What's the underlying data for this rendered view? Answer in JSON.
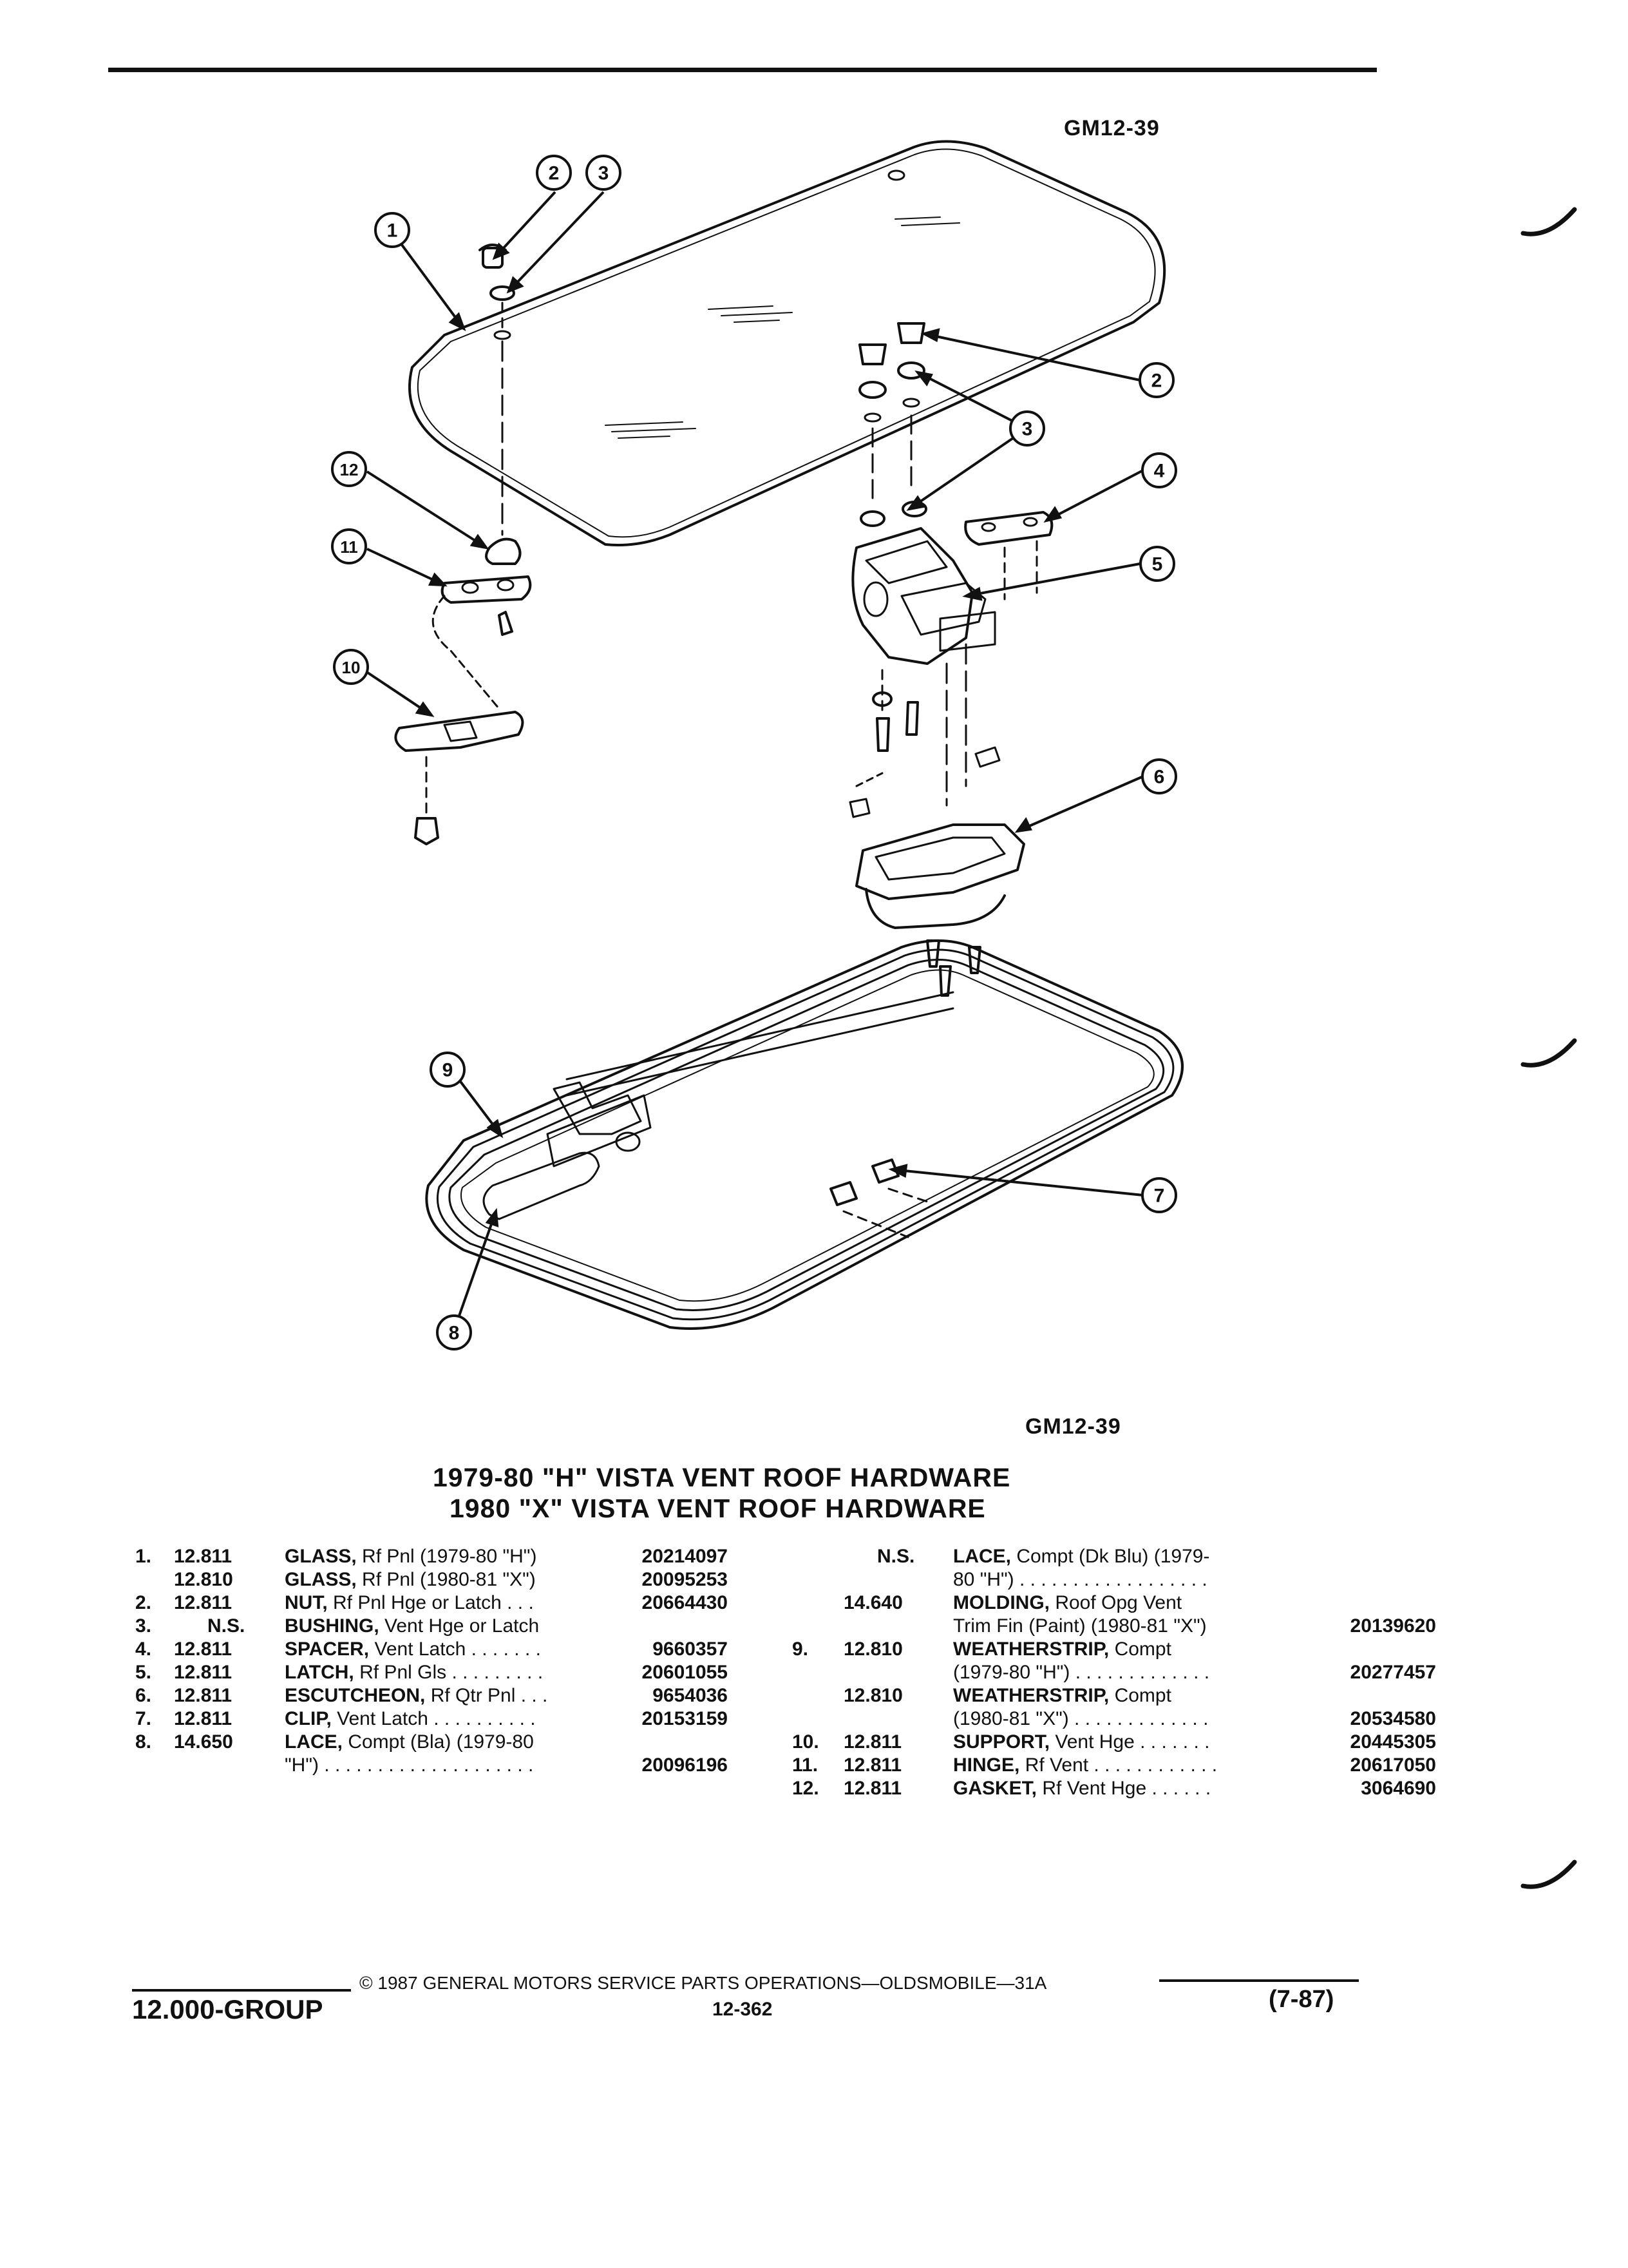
{
  "figure_code_top": "GM12-39",
  "figure_code_bottom": "GM12-39",
  "callouts": [
    "1",
    "2",
    "3",
    "2",
    "3",
    "12",
    "4",
    "11",
    "5",
    "10",
    "6",
    "9",
    "7",
    "8"
  ],
  "title": {
    "line1": "1979-80 \"H\" VISTA VENT ROOF HARDWARE",
    "line2": "1980 \"X\" VISTA VENT ROOF HARDWARE"
  },
  "parts_left": [
    {
      "num": "1.",
      "group": "12.811",
      "name": "GLASS,",
      "desc": " Rf Pnl (1979-80 \"H\")",
      "part": " 20214097"
    },
    {
      "num": "",
      "group": "12.810",
      "name": "GLASS,",
      "desc": " Rf Pnl (1980-81 \"X\")",
      "part": " 20095253"
    },
    {
      "num": "2.",
      "group": "12.811",
      "name": "NUT,",
      "desc": " Rf Pnl Hge or Latch . . .",
      "part": "20664430"
    },
    {
      "num": "3.",
      "group": "N.S.",
      "name": "BUSHING,",
      "desc": " Vent Hge or Latch",
      "part": ""
    },
    {
      "num": "4.",
      "group": "12.811",
      "name": "SPACER,",
      "desc": " Vent Latch . . . . . . .",
      "part": "9660357"
    },
    {
      "num": "5.",
      "group": "12.811",
      "name": "LATCH,",
      "desc": " Rf Pnl Gls . . . . . . . . .",
      "part": "20601055"
    },
    {
      "num": "6.",
      "group": "12.811",
      "name": "ESCUTCHEON,",
      "desc": " Rf Qtr Pnl . . .",
      "part": "9654036"
    },
    {
      "num": "7.",
      "group": "12.811",
      "name": "CLIP,",
      "desc": " Vent Latch . . . . . . . . . .",
      "part": "20153159"
    },
    {
      "num": "8.",
      "group": "14.650",
      "name": "LACE,",
      "desc": " Compt (Bla) (1979-80",
      "part": ""
    },
    {
      "num": "",
      "group": "",
      "name": "",
      "desc": "\"H\") . . . . . . . . . . . . . . . . . . . .",
      "part": "20096196"
    }
  ],
  "parts_right": [
    {
      "num": "",
      "group": "N.S.",
      "name": "LACE,",
      "desc": " Compt (Dk Blu) (1979-",
      "part": ""
    },
    {
      "num": "",
      "group": "",
      "name": "",
      "desc": "80 \"H\") . . . . . . . . . . . . . . . . . .",
      "part": ""
    },
    {
      "num": "",
      "group": "14.640",
      "name": "MOLDING,",
      "desc": " Roof Opg Vent",
      "part": ""
    },
    {
      "num": "",
      "group": "",
      "name": "",
      "desc": "Trim Fin (Paint) (1980-81 \"X\")",
      "part": "20139620"
    },
    {
      "num": "9.",
      "group": "12.810",
      "name": "WEATHERSTRIP,",
      "desc": " Compt",
      "part": ""
    },
    {
      "num": "",
      "group": "",
      "name": "",
      "desc": "(1979-80 \"H\") . . . . . . . . . . . . .",
      "part": "20277457"
    },
    {
      "num": "",
      "group": "12.810",
      "name": "WEATHERSTRIP,",
      "desc": " Compt",
      "part": ""
    },
    {
      "num": "",
      "group": "",
      "name": "",
      "desc": "(1980-81 \"X\") . . . . . . . . . . . . .",
      "part": "20534580"
    },
    {
      "num": "10.",
      "group": "12.811",
      "name": "SUPPORT,",
      "desc": " Vent Hge . . . . . . .",
      "part": "20445305"
    },
    {
      "num": "11.",
      "group": "12.811",
      "name": "HINGE,",
      "desc": " Rf Vent . . . . . . . . . . . .",
      "part": "20617050"
    },
    {
      "num": "12.",
      "group": "12.811",
      "name": "GASKET,",
      "desc": " Rf Vent Hge . . . . . .",
      "part": "3064690"
    }
  ],
  "footer": {
    "copyright": "© 1987 GENERAL MOTORS SERVICE PARTS OPERATIONS—OLDSMOBILE—31A",
    "group": "12.000-GROUP",
    "page": "12-362",
    "date": "(7-87)"
  }
}
